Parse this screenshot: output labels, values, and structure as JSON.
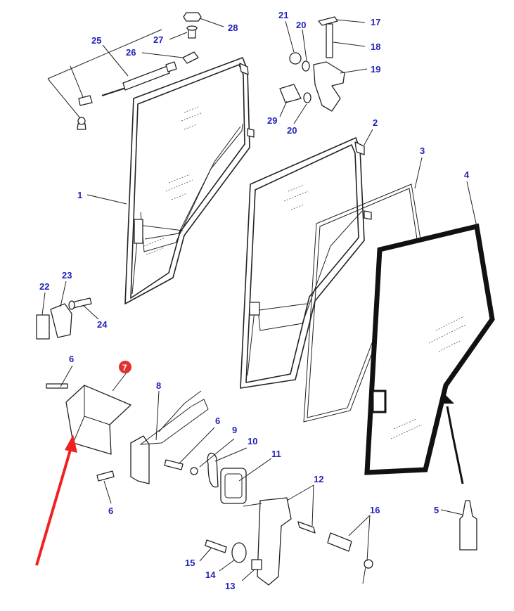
{
  "diagram": {
    "callouts": [
      {
        "id": "c1",
        "text": "1"
      },
      {
        "id": "c2",
        "text": "2"
      },
      {
        "id": "c3",
        "text": "3"
      },
      {
        "id": "c4",
        "text": "4"
      },
      {
        "id": "c5",
        "text": "5"
      },
      {
        "id": "c6a",
        "text": "6"
      },
      {
        "id": "c6b",
        "text": "6"
      },
      {
        "id": "c6c",
        "text": "6"
      },
      {
        "id": "c7",
        "text": "7"
      },
      {
        "id": "c8",
        "text": "8"
      },
      {
        "id": "c9",
        "text": "9"
      },
      {
        "id": "c10",
        "text": "10"
      },
      {
        "id": "c11",
        "text": "11"
      },
      {
        "id": "c12",
        "text": "12"
      },
      {
        "id": "c13",
        "text": "13"
      },
      {
        "id": "c14",
        "text": "14"
      },
      {
        "id": "c15",
        "text": "15"
      },
      {
        "id": "c16",
        "text": "16"
      },
      {
        "id": "c17",
        "text": "17"
      },
      {
        "id": "c18",
        "text": "18"
      },
      {
        "id": "c19",
        "text": "19"
      },
      {
        "id": "c20a",
        "text": "20"
      },
      {
        "id": "c20b",
        "text": "20"
      },
      {
        "id": "c21",
        "text": "21"
      },
      {
        "id": "c22",
        "text": "22"
      },
      {
        "id": "c23",
        "text": "23"
      },
      {
        "id": "c24",
        "text": "24"
      },
      {
        "id": "c25",
        "text": "25"
      },
      {
        "id": "c26",
        "text": "26"
      },
      {
        "id": "c27",
        "text": "27"
      },
      {
        "id": "c28",
        "text": "28"
      },
      {
        "id": "c29",
        "text": "29"
      }
    ],
    "highlight": {
      "text": "7",
      "color": "#e03030"
    },
    "arrow_color": "#ee2222",
    "label_color": "#2222bb"
  }
}
